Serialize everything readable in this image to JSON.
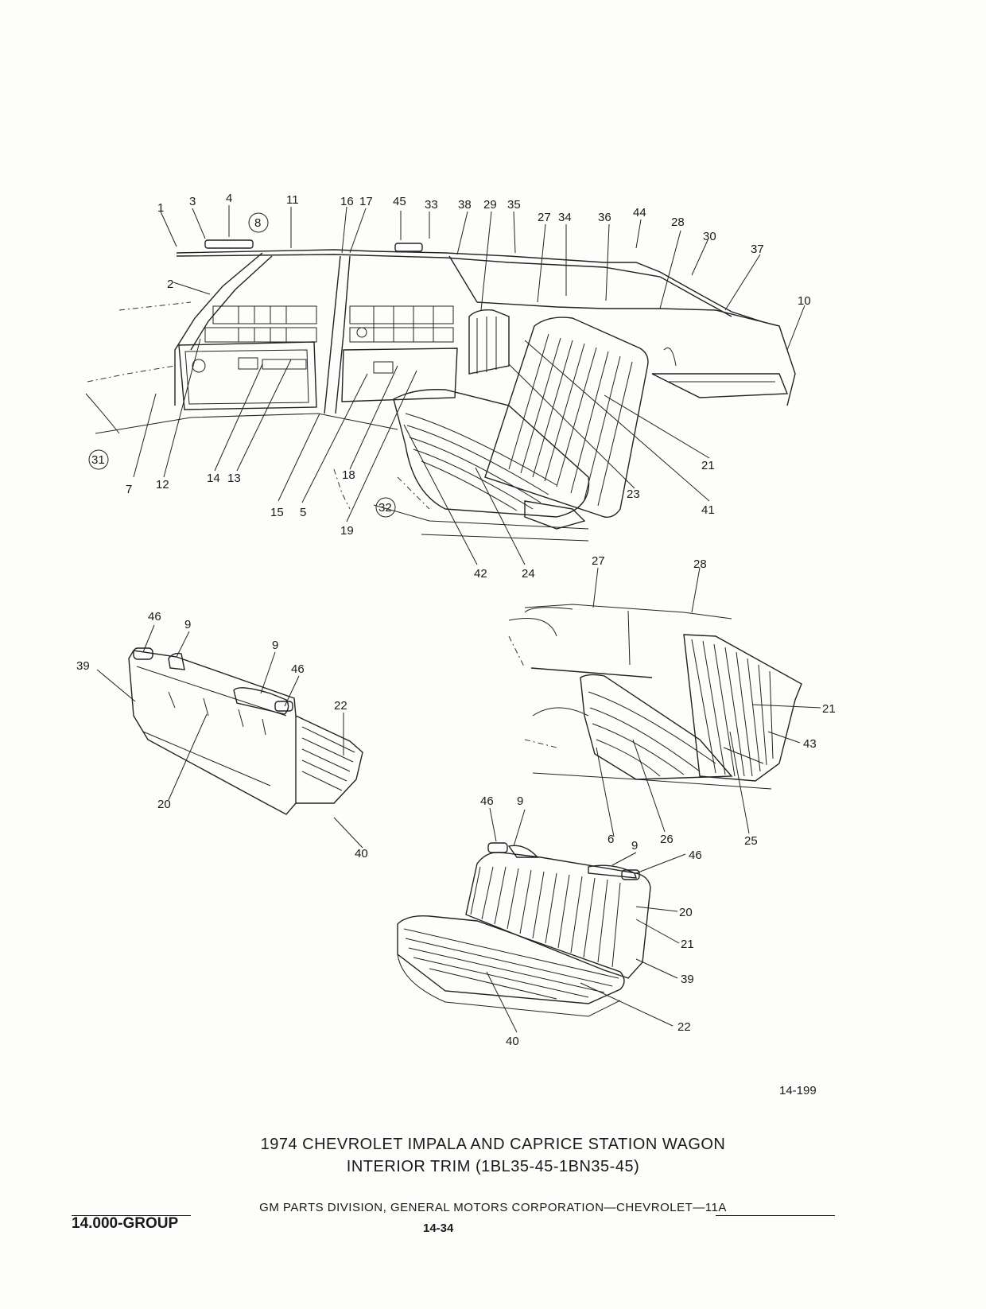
{
  "figure_number": "14-199",
  "title_line_1": "1974 CHEVROLET IMPALA AND CAPRICE STATION WAGON",
  "title_line_2": "INTERIOR TRIM (1BL35-45-1BN35-45)",
  "footer_text": "GM PARTS DIVISION, GENERAL MOTORS CORPORATION—CHEVROLET—11A",
  "group_label": "14.000-GROUP",
  "page_number": "14-34",
  "diagram_1_callouts": [
    "1",
    "2",
    "3",
    "4",
    "5",
    "7",
    "8",
    "10",
    "11",
    "12",
    "13",
    "14",
    "15",
    "16",
    "17",
    "18",
    "19",
    "21",
    "23",
    "24",
    "27",
    "28",
    "29",
    "30",
    "31",
    "32",
    "33",
    "34",
    "35",
    "36",
    "37",
    "38",
    "41",
    "42",
    "44",
    "45"
  ],
  "diagram_2_callouts": [
    "9",
    "9",
    "20",
    "22",
    "39",
    "40",
    "46",
    "46"
  ],
  "diagram_3_callouts": [
    "6",
    "21",
    "25",
    "26",
    "27",
    "28",
    "43"
  ],
  "diagram_4_callouts": [
    "9",
    "9",
    "20",
    "21",
    "22",
    "39",
    "40",
    "46",
    "46"
  ]
}
